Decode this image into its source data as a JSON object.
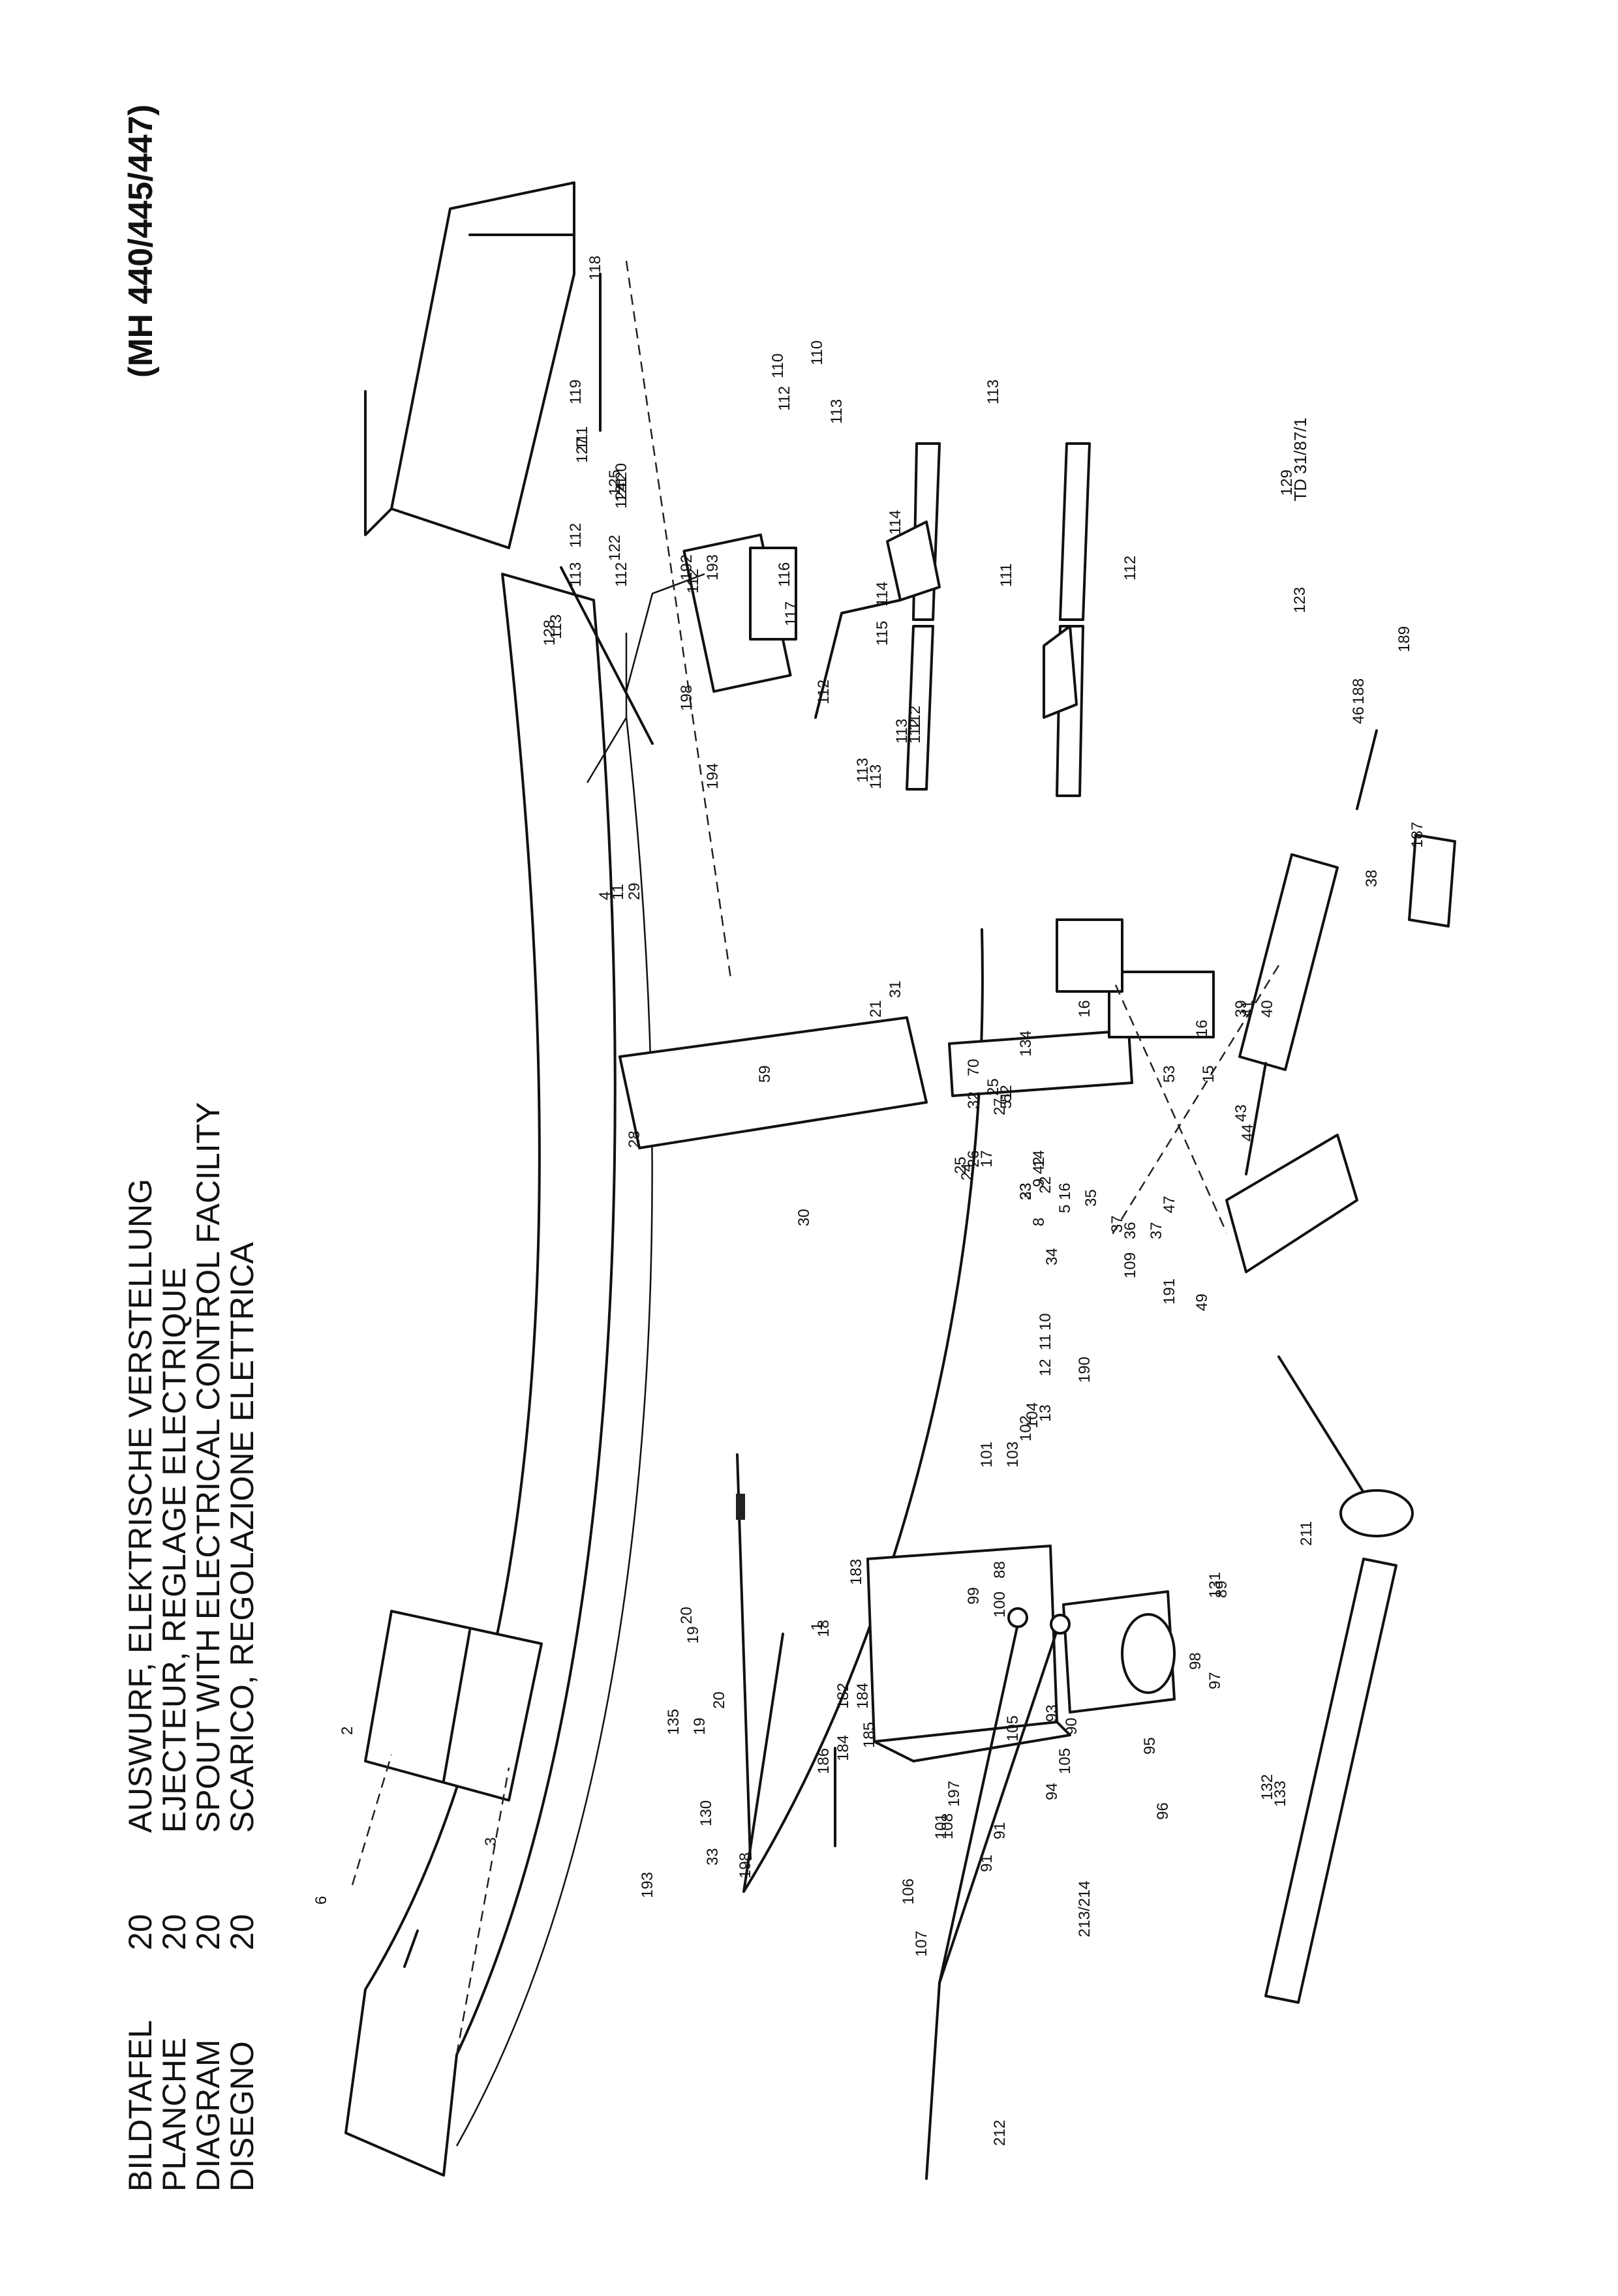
{
  "header": {
    "titles": [
      "BILDTAFEL",
      "PLANCHE",
      "DIAGRAM",
      "DISEGNO"
    ],
    "numbers": [
      "20",
      "20",
      "20",
      "20"
    ],
    "descriptions": [
      "AUSWURF, ELEKTRISCHE VERSTELLUNG",
      "EJECTEUR, REGLAGE ELECTRIQUE",
      "SPOUT WITH ELECTRICAL CONTROL FACILITY",
      "SCARICO, REGOLAZIONE ELETTRICA"
    ],
    "model": "(MH 440/445/447)"
  },
  "drawing_ref": "TD 31/87/1",
  "part_labels": [
    {
      "text": "1"
    },
    {
      "text": "2"
    },
    {
      "text": "3"
    },
    {
      "text": "6"
    },
    {
      "text": "18"
    },
    {
      "text": "135"
    },
    {
      "text": "20"
    },
    {
      "text": "19"
    },
    {
      "text": "20"
    },
    {
      "text": "19"
    },
    {
      "text": "130"
    },
    {
      "text": "33"
    },
    {
      "text": "198"
    },
    {
      "text": "193"
    },
    {
      "text": "107"
    },
    {
      "text": "106"
    },
    {
      "text": "108"
    },
    {
      "text": "101"
    },
    {
      "text": "91"
    },
    {
      "text": "100"
    },
    {
      "text": "99"
    },
    {
      "text": "88"
    },
    {
      "text": "197"
    },
    {
      "text": "91"
    },
    {
      "text": "105"
    },
    {
      "text": "93"
    },
    {
      "text": "105"
    },
    {
      "text": "90"
    },
    {
      "text": "94"
    },
    {
      "text": "95"
    },
    {
      "text": "96"
    },
    {
      "text": "97"
    },
    {
      "text": "98"
    },
    {
      "text": "89"
    },
    {
      "text": "101"
    },
    {
      "text": "102"
    },
    {
      "text": "103"
    },
    {
      "text": "104"
    },
    {
      "text": "186"
    },
    {
      "text": "184"
    },
    {
      "text": "182"
    },
    {
      "text": "183"
    },
    {
      "text": "184"
    },
    {
      "text": "185"
    },
    {
      "text": "213/214"
    },
    {
      "text": "212"
    },
    {
      "text": "28"
    },
    {
      "text": "59"
    },
    {
      "text": "30"
    },
    {
      "text": "4"
    },
    {
      "text": "11"
    },
    {
      "text": "29"
    },
    {
      "text": "21"
    },
    {
      "text": "31"
    },
    {
      "text": "14"
    },
    {
      "text": "25"
    },
    {
      "text": "24"
    },
    {
      "text": "26"
    },
    {
      "text": "17"
    },
    {
      "text": "25"
    },
    {
      "text": "27"
    },
    {
      "text": "32"
    },
    {
      "text": "70"
    },
    {
      "text": "134"
    },
    {
      "text": "16"
    },
    {
      "text": "15"
    },
    {
      "text": "16"
    },
    {
      "text": "53"
    },
    {
      "text": "38"
    },
    {
      "text": "41"
    },
    {
      "text": "40"
    },
    {
      "text": "39"
    },
    {
      "text": "43"
    },
    {
      "text": "44"
    },
    {
      "text": "187"
    },
    {
      "text": "188"
    },
    {
      "text": "189"
    },
    {
      "text": "46"
    },
    {
      "text": "13"
    },
    {
      "text": "190"
    },
    {
      "text": "5"
    },
    {
      "text": "51"
    },
    {
      "text": "52"
    },
    {
      "text": "23"
    },
    {
      "text": "33"
    },
    {
      "text": "22"
    },
    {
      "text": "8"
    },
    {
      "text": "9"
    },
    {
      "text": "42"
    },
    {
      "text": "16"
    },
    {
      "text": "12"
    },
    {
      "text": "11"
    },
    {
      "text": "10"
    },
    {
      "text": "34"
    },
    {
      "text": "35"
    },
    {
      "text": "37"
    },
    {
      "text": "36"
    },
    {
      "text": "37"
    },
    {
      "text": "109"
    },
    {
      "text": "191"
    },
    {
      "text": "49"
    },
    {
      "text": "47"
    },
    {
      "text": "211"
    },
    {
      "text": "131"
    },
    {
      "text": "132"
    },
    {
      "text": "133"
    },
    {
      "text": "129"
    },
    {
      "text": "123"
    },
    {
      "text": "113"
    },
    {
      "text": "128"
    },
    {
      "text": "113"
    },
    {
      "text": "112"
    },
    {
      "text": "122"
    },
    {
      "text": "124"
    },
    {
      "text": "125"
    },
    {
      "text": "112"
    },
    {
      "text": "120"
    },
    {
      "text": "121"
    },
    {
      "text": "127"
    },
    {
      "text": "111"
    },
    {
      "text": "119"
    },
    {
      "text": "118"
    },
    {
      "text": "192"
    },
    {
      "text": "112"
    },
    {
      "text": "193"
    },
    {
      "text": "198"
    },
    {
      "text": "194"
    },
    {
      "text": "117"
    },
    {
      "text": "116"
    },
    {
      "text": "115"
    },
    {
      "text": "114"
    },
    {
      "text": "114"
    },
    {
      "text": "112"
    },
    {
      "text": "113"
    },
    {
      "text": "113"
    },
    {
      "text": "112"
    },
    {
      "text": "113"
    },
    {
      "text": "112"
    },
    {
      "text": "112"
    },
    {
      "text": "113"
    },
    {
      "text": "110"
    },
    {
      "text": "110"
    },
    {
      "text": "111"
    },
    {
      "text": "113"
    },
    {
      "text": "112"
    }
  ]
}
